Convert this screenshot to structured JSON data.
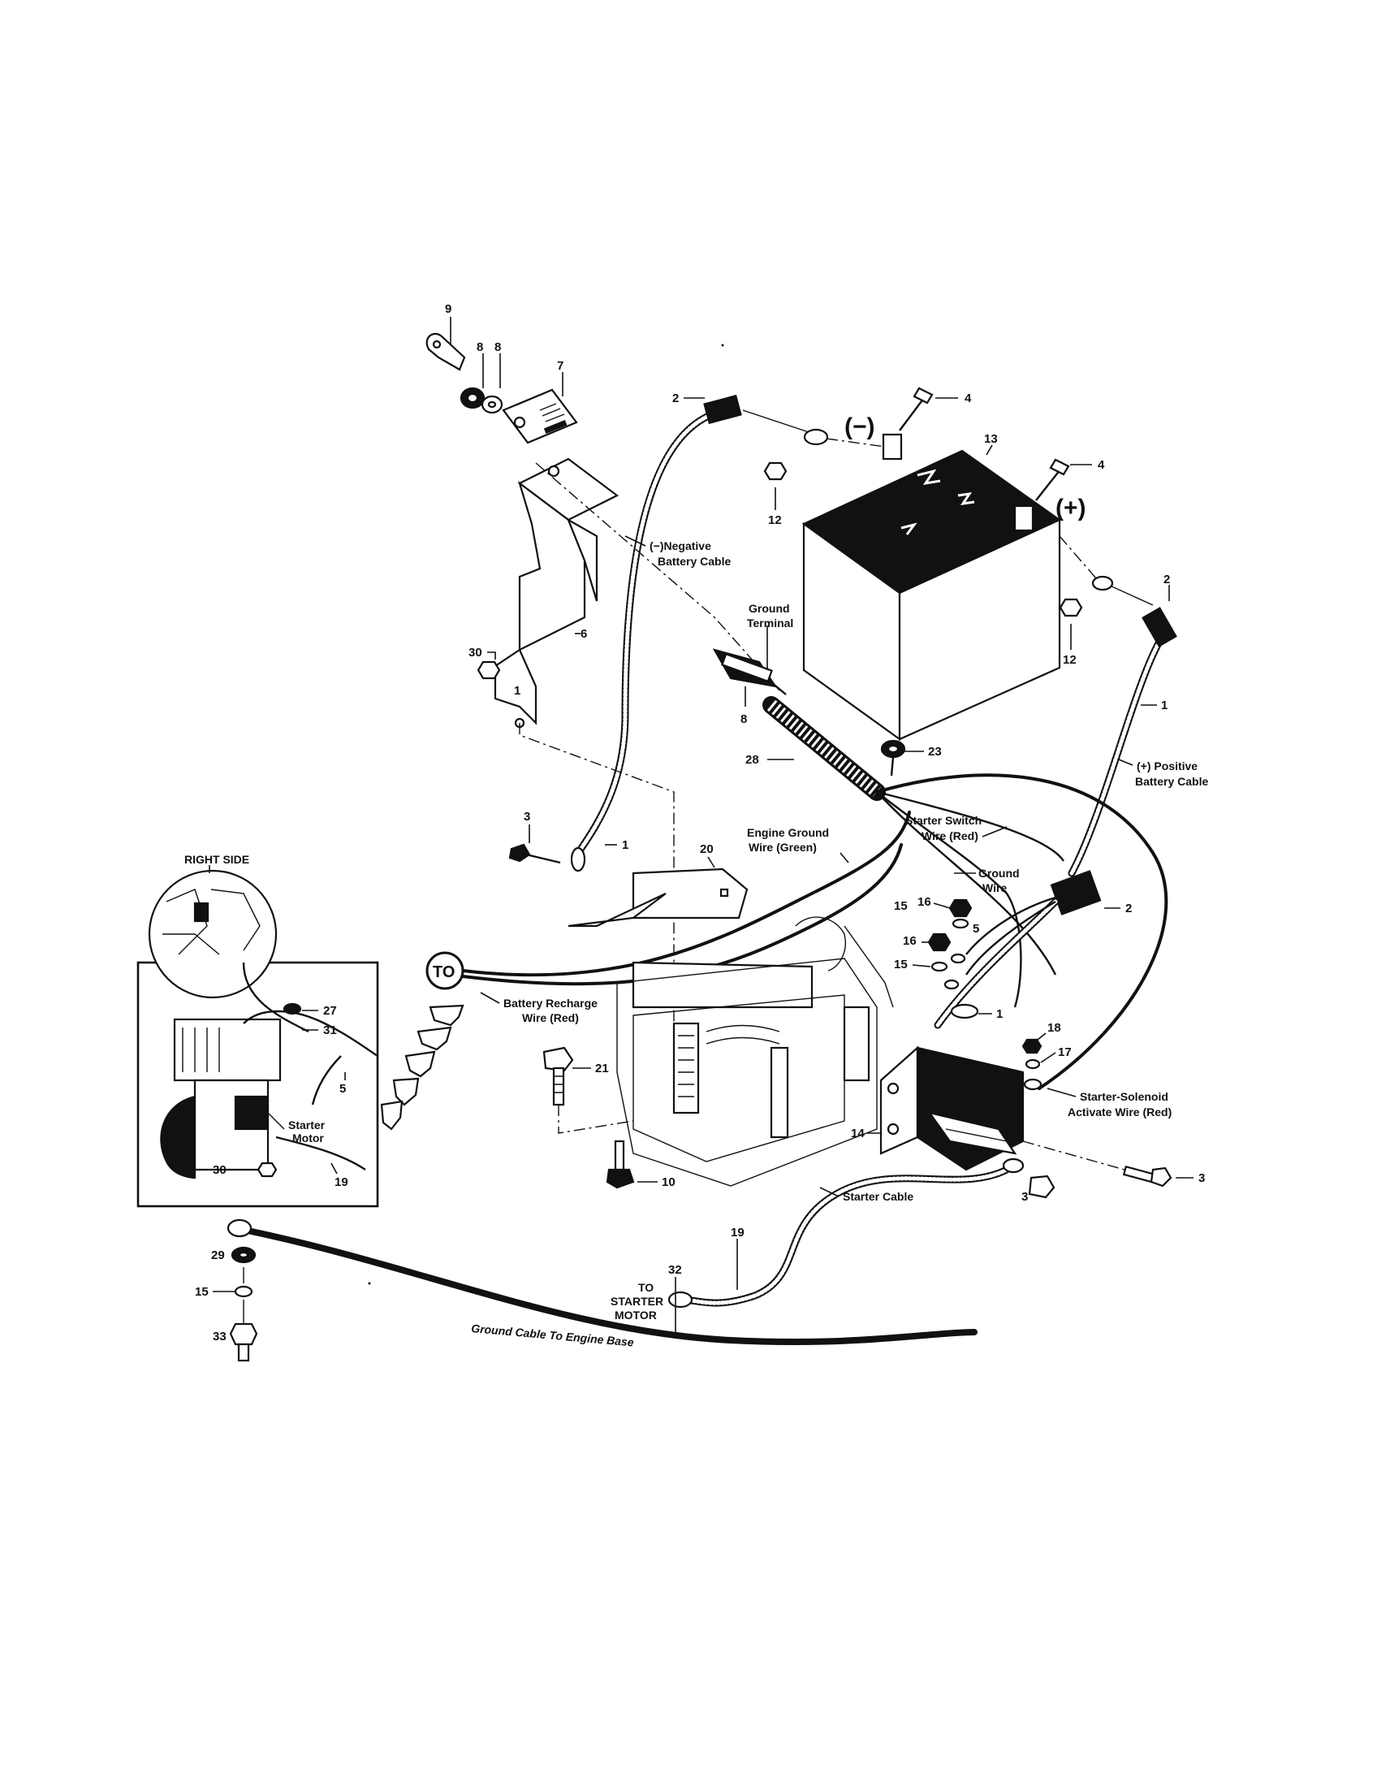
{
  "diagram": {
    "labels": {
      "negative_symbol": "(−)",
      "positive_symbol": "(+)",
      "negative_battery_cable": [
        "(−)Negative",
        "Battery Cable"
      ],
      "positive_battery_cable": [
        "(+) Positive",
        "Battery Cable"
      ],
      "ground_terminal": [
        "Ground",
        "Terminal"
      ],
      "engine_ground_wire": [
        "Engine Ground",
        "Wire (Green)"
      ],
      "starter_switch_wire": [
        "Starter Switch",
        "Wire (Red)"
      ],
      "ground_wire": [
        "Ground",
        "Wire"
      ],
      "battery_recharge_wire": [
        "Battery Recharge",
        "Wire (Red)"
      ],
      "starter_solenoid_wire": [
        "Starter-Solenoid",
        "Activate Wire (Red)"
      ],
      "starter_cable": "Starter Cable",
      "to_starter_motor": [
        "TO",
        "STARTER",
        "MOTOR"
      ],
      "ground_cable_engine_base": "Ground Cable To Engine Base",
      "right_side": "RIGHT SIDE",
      "starter_motor_inset": [
        "Starter",
        "Motor"
      ],
      "to_circle": "TO"
    },
    "part_numbers": {
      "n9": "9",
      "n8a": "8",
      "n8b": "8",
      "n7": "7",
      "n6": "6",
      "n30a": "30",
      "n1a": "1",
      "n2a": "2",
      "n12a": "12",
      "n4a": "4",
      "n4b": "4",
      "n13": "13",
      "n2b": "2",
      "n12b": "12",
      "n1b": "1",
      "n8c": "8",
      "n28": "28",
      "n23": "23",
      "n3a": "3",
      "n1c": "1",
      "n20": "20",
      "n2c": "2",
      "n15a": "15",
      "n16a": "16",
      "n16b": "16",
      "n5a": "5",
      "n15b": "15",
      "n1d": "1",
      "n18": "18",
      "n17": "17",
      "n21": "21",
      "n14": "14",
      "n3b": "3",
      "n3c": "3",
      "n10": "10",
      "n27": "27",
      "n31": "31",
      "n5b": "5",
      "n30b": "30",
      "n19a": "19",
      "n19b": "19",
      "n32": "32",
      "n29": "29",
      "n15c": "15",
      "n33": "33"
    }
  }
}
